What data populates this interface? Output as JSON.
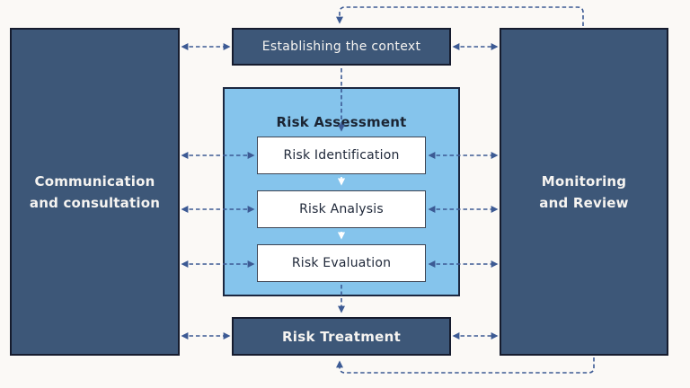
{
  "diagram": {
    "left_panel": {
      "line1": "Communication",
      "line2": "and consultation"
    },
    "right_panel": {
      "line1": "Monitoring",
      "line2": "and Review"
    },
    "top_box": {
      "label": "Establishing the context"
    },
    "risk_assessment": {
      "title": "Risk Assessment",
      "steps": [
        "Risk Identification",
        "Risk Analysis",
        "Risk Evaluation"
      ]
    },
    "bottom_box": {
      "label": "Risk Treatment"
    }
  },
  "colors": {
    "background": "#fbf9f6",
    "dark_box_fill": "#3d5778",
    "dark_box_border": "#161c2e",
    "assessment_fill": "#85c4ec",
    "assessment_border": "#1b2740",
    "step_fill": "#ffffff",
    "step_border": "#3d4453",
    "arrow_dark": "#3c5a94",
    "arrow_white": "#ffffff",
    "text_on_dark": "#f6f4f1",
    "text_on_light": "#1b2433"
  }
}
